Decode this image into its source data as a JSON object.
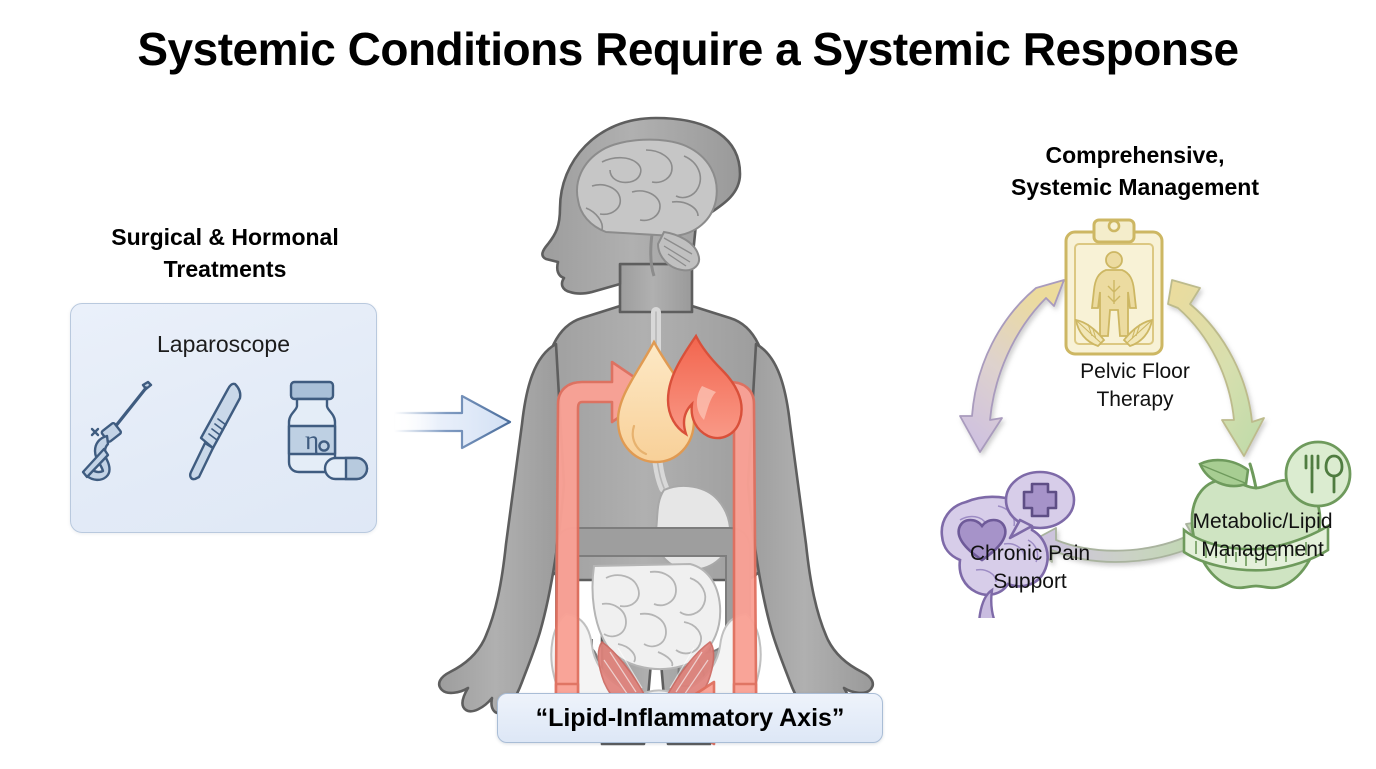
{
  "title": "Systemic Conditions Require a Systemic Response",
  "background_color": "#ffffff",
  "left_panel": {
    "heading_line1": "Surgical & Hormonal",
    "heading_line2": "Treatments",
    "box_label": "Laparoscope",
    "box_fill": "#e6eef9",
    "box_border": "#b9c9de",
    "icons": [
      {
        "name": "laparoscope-instrument-icon",
        "label": "Laparoscope instrument"
      },
      {
        "name": "scalpel-icon",
        "label": "Scalpel"
      },
      {
        "name": "hormone-vial-icon",
        "label": "Hormone vial"
      },
      {
        "name": "capsule-pill-icon",
        "label": "Capsule pill"
      }
    ]
  },
  "transition_arrow": {
    "name": "transition-arrow",
    "direction": "right",
    "fill": "#dce7f6",
    "stroke": "#5b7aa8"
  },
  "center": {
    "figure_name": "human-body-silhouette",
    "body_fill": "#a9a9a9",
    "organs": [
      {
        "name": "brain-organ",
        "label": "Brain"
      },
      {
        "name": "esophagus-organ",
        "label": "Esophagus"
      },
      {
        "name": "stomach-organ",
        "label": "Stomach"
      },
      {
        "name": "colon-organ",
        "label": "Colon"
      },
      {
        "name": "small-intestine-organ",
        "label": "Small intestine"
      },
      {
        "name": "pelvis-bone",
        "label": "Pelvis"
      },
      {
        "name": "pelvic-floor-muscles",
        "label": "Pelvic floor muscles"
      }
    ],
    "inflammation_icon": {
      "name": "lipid-droplet-flame-icon",
      "droplet_fill": "#fbdfb4",
      "flame_fill": "#f4735f"
    },
    "loop_arrows": {
      "name": "inflammation-loop-arrows",
      "fill": "#faa195",
      "stroke": "#e06b5c",
      "count": 3
    },
    "caption": "“Lipid-Inflammatory Axis”"
  },
  "right_panel": {
    "heading_line1": "Comprehensive,",
    "heading_line2": "Systemic Management",
    "cycle": {
      "type": "bidirectional-triangle-cycle",
      "nodes": [
        {
          "id": "pelvic-floor-therapy",
          "label_line1": "Pelvic Floor",
          "label_line2": "Therapy",
          "icon": "clipboard-body-chart-icon",
          "color": "#d9c475",
          "fill": "#f6f0d2"
        },
        {
          "id": "metabolic-lipid-management",
          "label_line1": "Metabolic/Lipid",
          "label_line2": "Management",
          "icon": "apple-measuring-tape-icon",
          "color": "#6e9a5c",
          "fill": "#cfe4c2"
        },
        {
          "id": "chronic-pain-support",
          "label_line1": "Chronic Pain",
          "label_line2": "Support",
          "icon": "brain-heart-support-icon",
          "color": "#7e6aa8",
          "fill": "#d7cde9"
        }
      ],
      "arrows": [
        {
          "id": "arrow-pain-to-pelvic",
          "from": "chronic-pain-support",
          "to": "pelvic-floor-therapy",
          "bidirectional": true,
          "start_color": "#cdbfe2",
          "end_color": "#ead99a"
        },
        {
          "id": "arrow-pelvic-to-metabolic",
          "from": "pelvic-floor-therapy",
          "to": "metabolic-lipid-management",
          "bidirectional": true,
          "start_color": "#ead99a",
          "end_color": "#bcdaa9"
        },
        {
          "id": "arrow-metabolic-to-pain",
          "from": "metabolic-lipid-management",
          "to": "chronic-pain-support",
          "bidirectional": true,
          "start_color": "#bcdaa9",
          "end_color": "#cdbfe2"
        }
      ]
    }
  }
}
